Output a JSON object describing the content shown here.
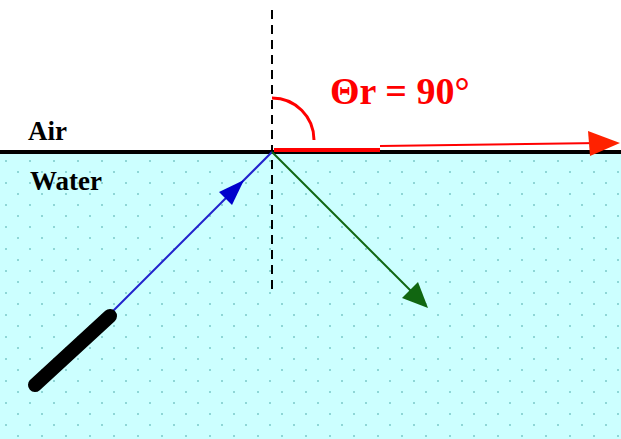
{
  "diagram": {
    "labels": [
      "Air",
      "Water",
      "Θr = 90°"
    ]
  }
}
